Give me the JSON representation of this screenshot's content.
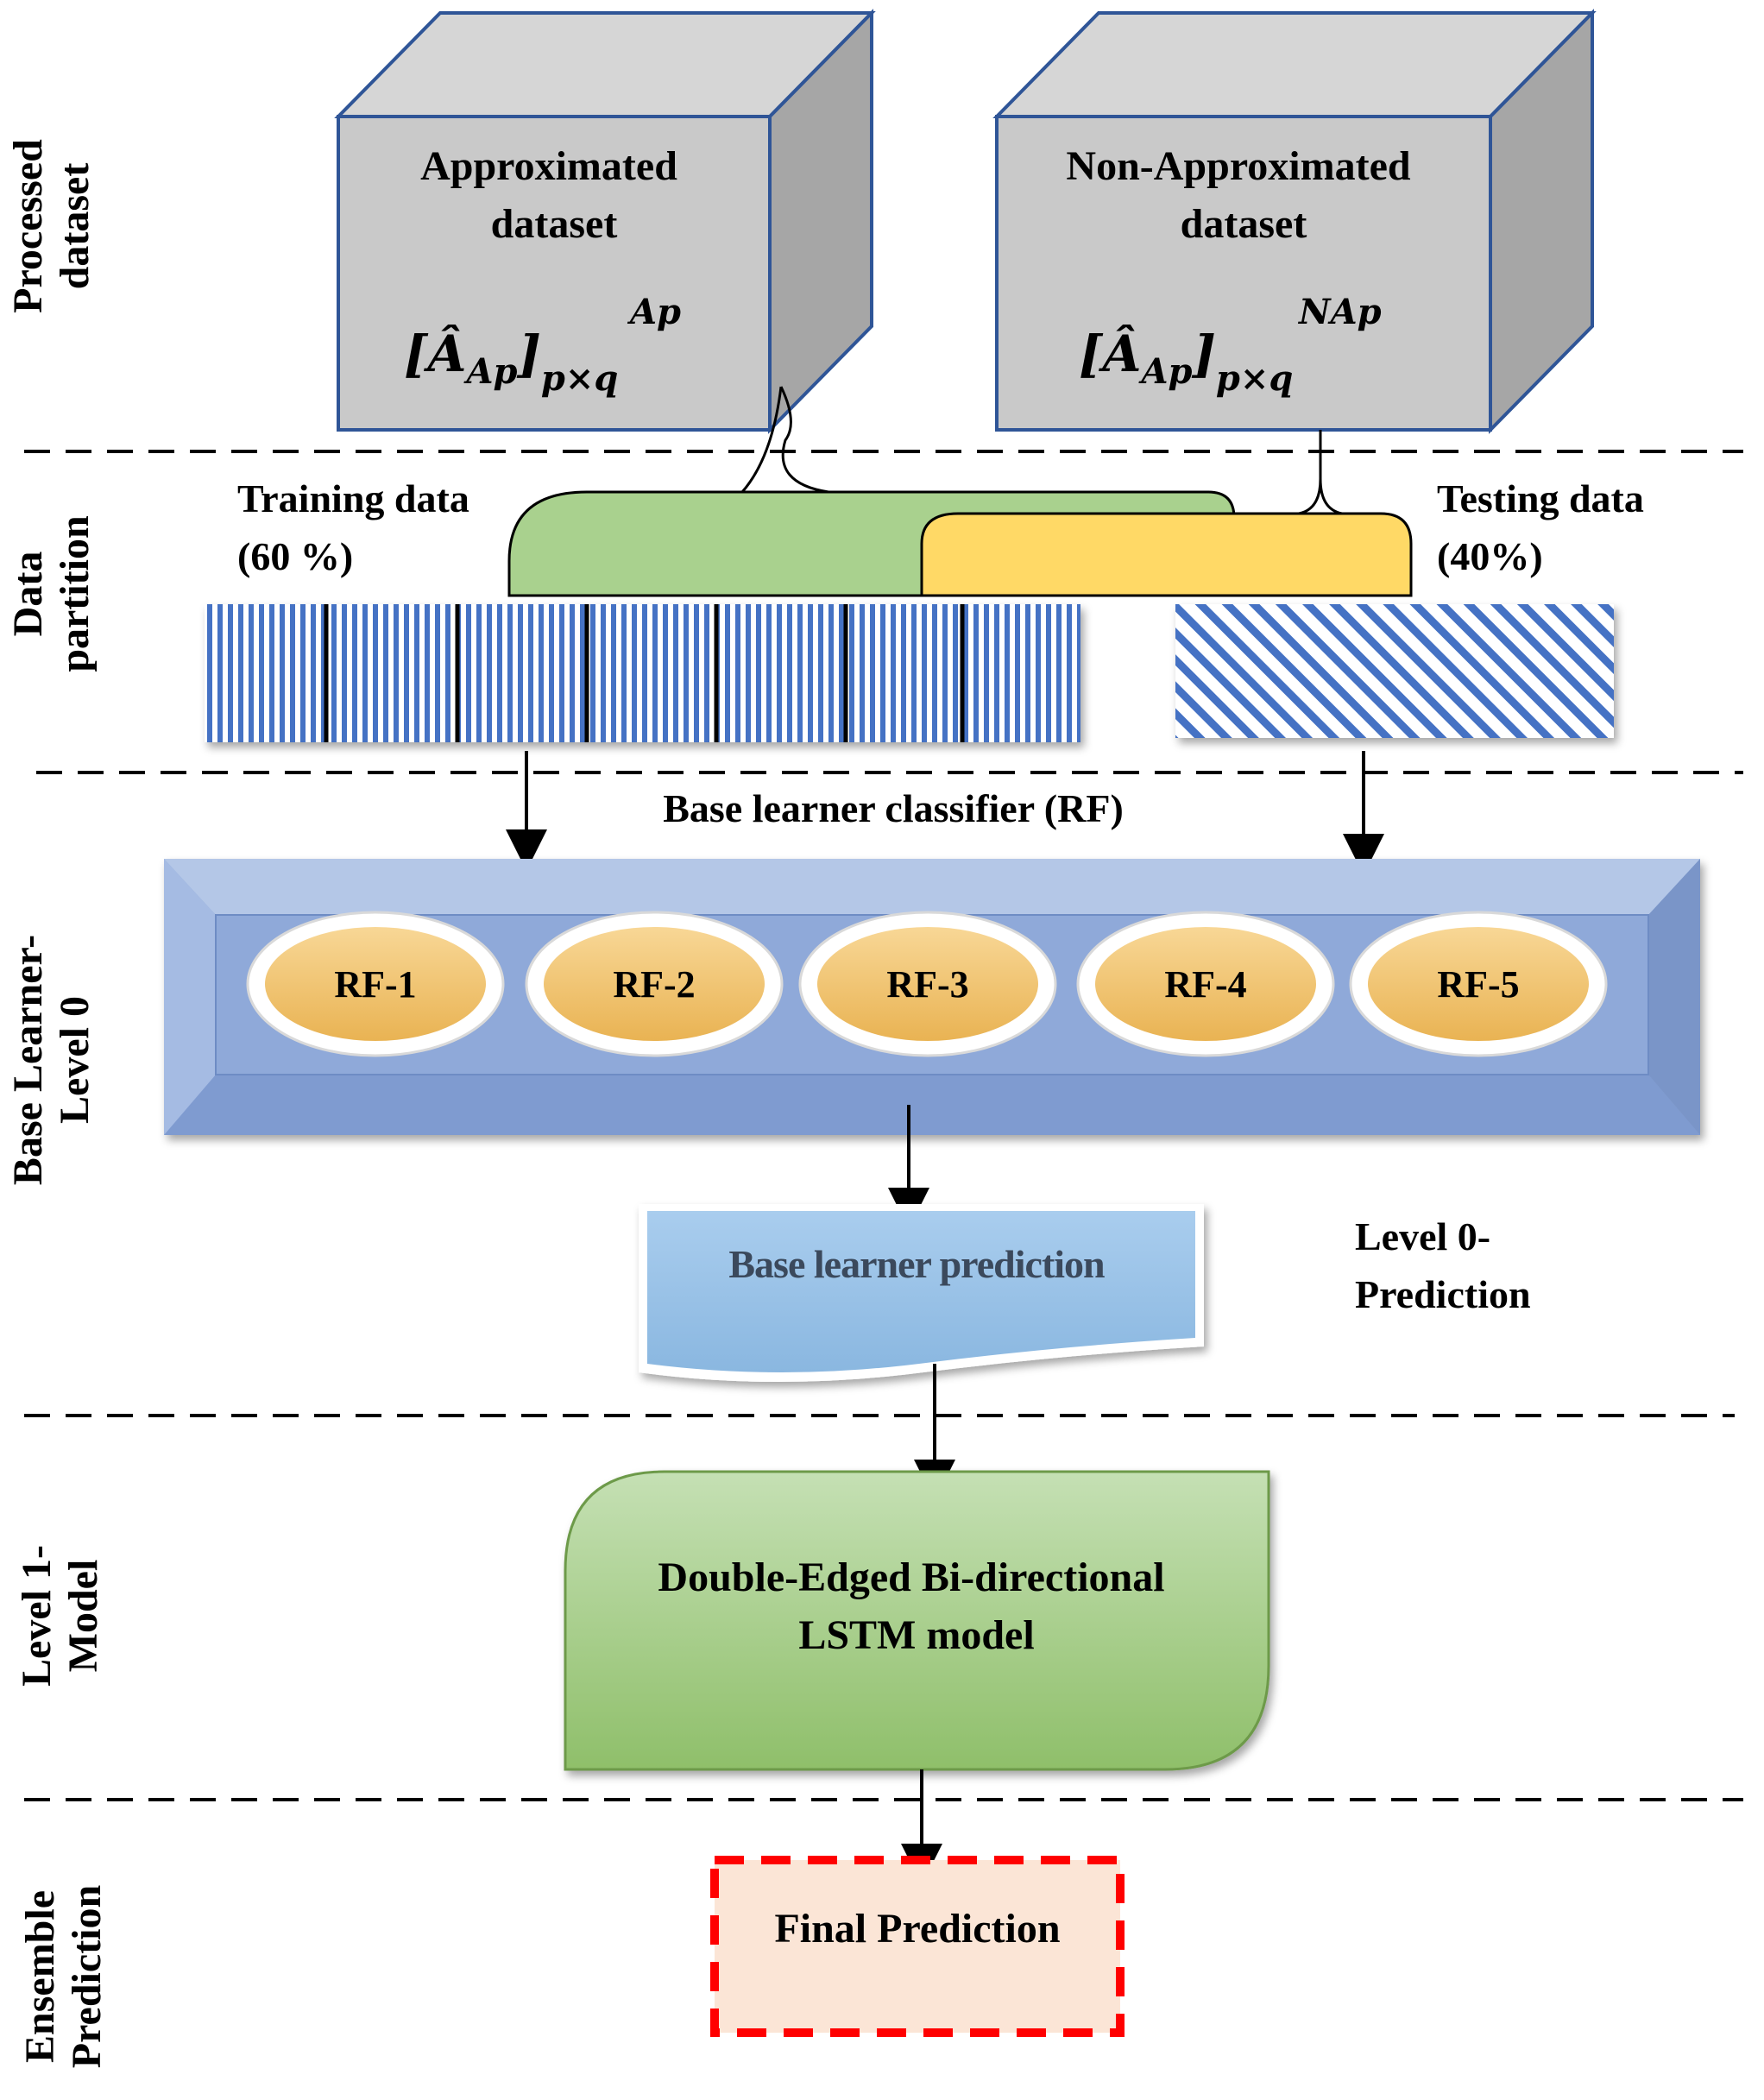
{
  "sections": {
    "processed": [
      "Processed",
      "dataset"
    ],
    "partition": [
      "Data",
      "partition"
    ],
    "base_learner": [
      "Base Learner-",
      "Level 0"
    ],
    "level1": [
      "Level 1-",
      "Model"
    ],
    "ensemble": [
      "Ensemble",
      "Prediction"
    ]
  },
  "datasets": {
    "approximated": {
      "title": [
        "Approximated",
        "dataset"
      ],
      "matrix": "[Â",
      "matrix_sub": "Ap",
      "matrix_close": "]",
      "matrix_dim": "p×q",
      "matrix_sup": "Ap"
    },
    "non_approximated": {
      "title": [
        "Non-Approximated",
        "dataset"
      ],
      "matrix": "[Â",
      "matrix_sub": "Ap",
      "matrix_close": "]",
      "matrix_dim": "p×q",
      "matrix_sup": "NAp"
    }
  },
  "partition": {
    "training": [
      "Training data",
      "(60 %)"
    ],
    "testing": [
      "Testing data",
      "(40%)"
    ]
  },
  "base_learner_label": "Base learner classifier (RF)",
  "rf_nodes": [
    "RF-1",
    "RF-2",
    "RF-3",
    "RF-4",
    "RF-5"
  ],
  "prediction": {
    "box": "Base learner prediction",
    "side": [
      "Level 0-",
      "Prediction"
    ]
  },
  "lstm": [
    "Double-Edged Bi-directional",
    "LSTM model"
  ],
  "final": "Final Prediction",
  "colors": {
    "box_fill": "#c9c9c9",
    "box_side": "#a6a6a6",
    "box_edge": "#2f5597",
    "green": "#a9d18e",
    "yellow": "#ffd966",
    "stripe": "#4472c4",
    "level0_frame": "#8ea9db",
    "rf_fill": "#f4c77a",
    "pred_fill": "#9dc3e6",
    "lstm_fill": "#a9d18e",
    "final_fill": "#fbe5d6",
    "final_border": "#ff0000"
  }
}
